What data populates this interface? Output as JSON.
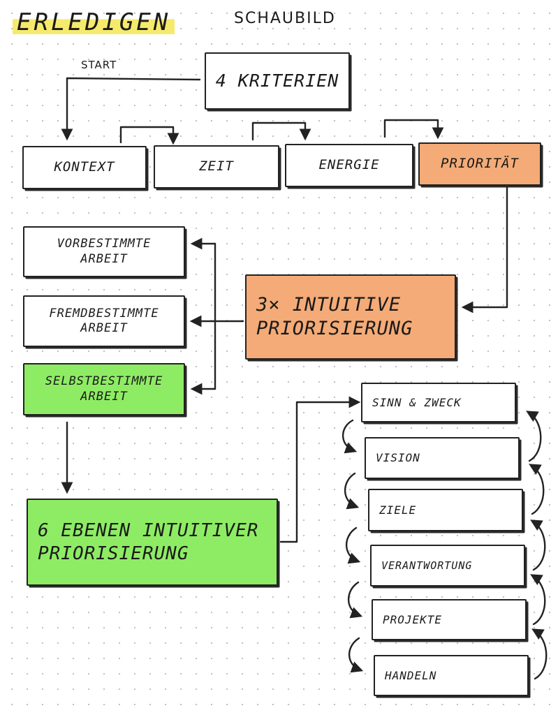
{
  "header": {
    "title": "ERLEDIGEN",
    "subtitle": "SCHAUBILD",
    "title_highlight_color": "#f6ea6c"
  },
  "start_label": "START",
  "criteria": {
    "title": "4 KRITERIEN",
    "items": [
      {
        "label": "KONTEXT"
      },
      {
        "label": "ZEIT"
      },
      {
        "label": "ENERGIE"
      },
      {
        "label": "PRIORITÄT"
      }
    ]
  },
  "intuitive": {
    "label": "3× INTUITIVE\nPRIORISIERUNG"
  },
  "work_types": [
    {
      "label": "VORBESTIMMTE\nARBEIT"
    },
    {
      "label": "FREMDBESTIMMTE\nARBEIT"
    },
    {
      "label": "SELBSTBESTIMMTE\nARBEIT"
    }
  ],
  "levels": {
    "label": "6 EBENEN INTUITIVER\nPRIORISIERUNG",
    "items": [
      {
        "label": "SINN & ZWECK"
      },
      {
        "label": "VISION"
      },
      {
        "label": "ZIELE"
      },
      {
        "label": "VERANTWORTUNG"
      },
      {
        "label": "PROJEKTE"
      },
      {
        "label": "HANDELN"
      }
    ]
  },
  "colors": {
    "orange": "#f4ab77",
    "green": "#8eec64",
    "ink": "#222222",
    "grid_dot": "#b9b9b9"
  }
}
